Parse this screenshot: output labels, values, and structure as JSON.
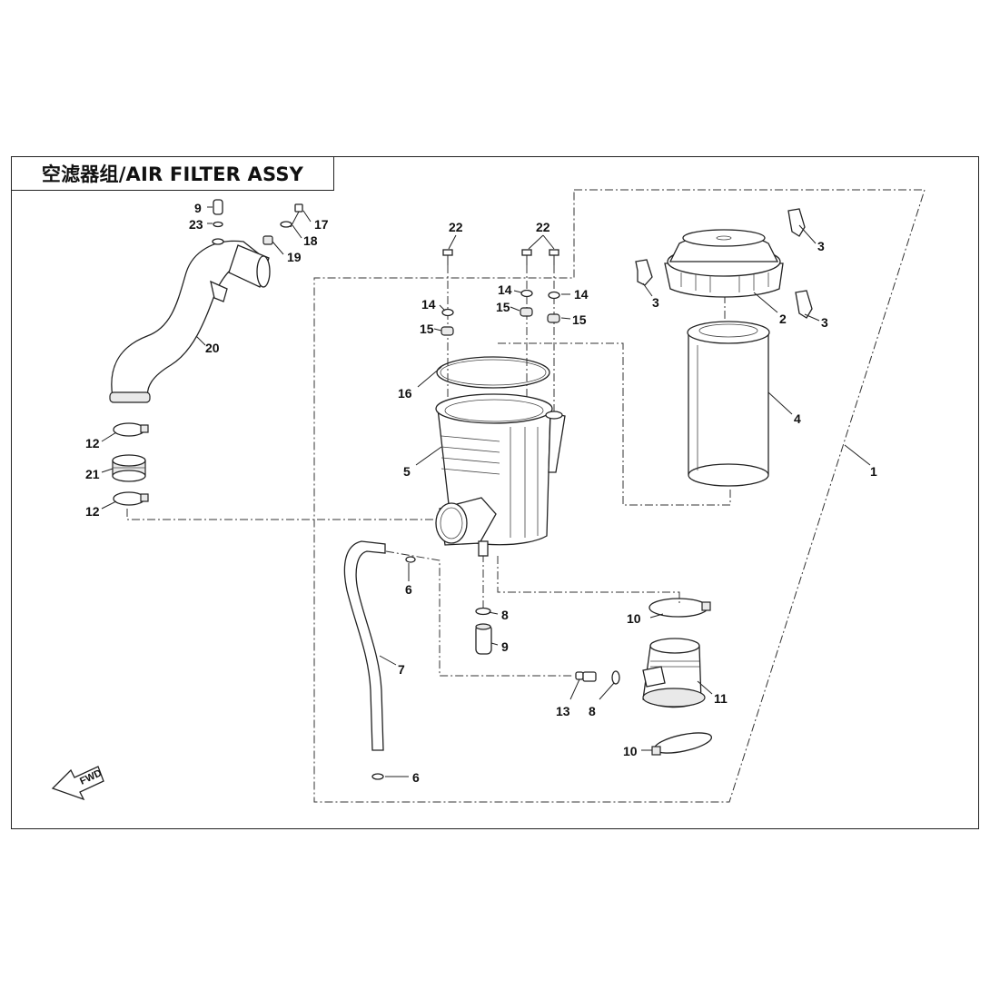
{
  "title": "空滤器组/AIR FILTER ASSY",
  "fwd_label": "FWD",
  "callouts": {
    "c1": "1",
    "c2": "2",
    "c3a": "3",
    "c3b": "3",
    "c3c": "3",
    "c4": "4",
    "c5": "5",
    "c6a": "6",
    "c6b": "6",
    "c7": "7",
    "c8a": "8",
    "c8b": "8",
    "c9a": "9",
    "c9b": "9",
    "c10a": "10",
    "c10b": "10",
    "c11": "11",
    "c12a": "12",
    "c12b": "12",
    "c13": "13",
    "c14a": "14",
    "c14b": "14",
    "c14c": "14",
    "c15a": "15",
    "c15b": "15",
    "c15c": "15",
    "c16": "16",
    "c17": "17",
    "c18": "18",
    "c19": "19",
    "c20": "20",
    "c21": "21",
    "c22a": "22",
    "c22b": "22",
    "c23": "23"
  }
}
